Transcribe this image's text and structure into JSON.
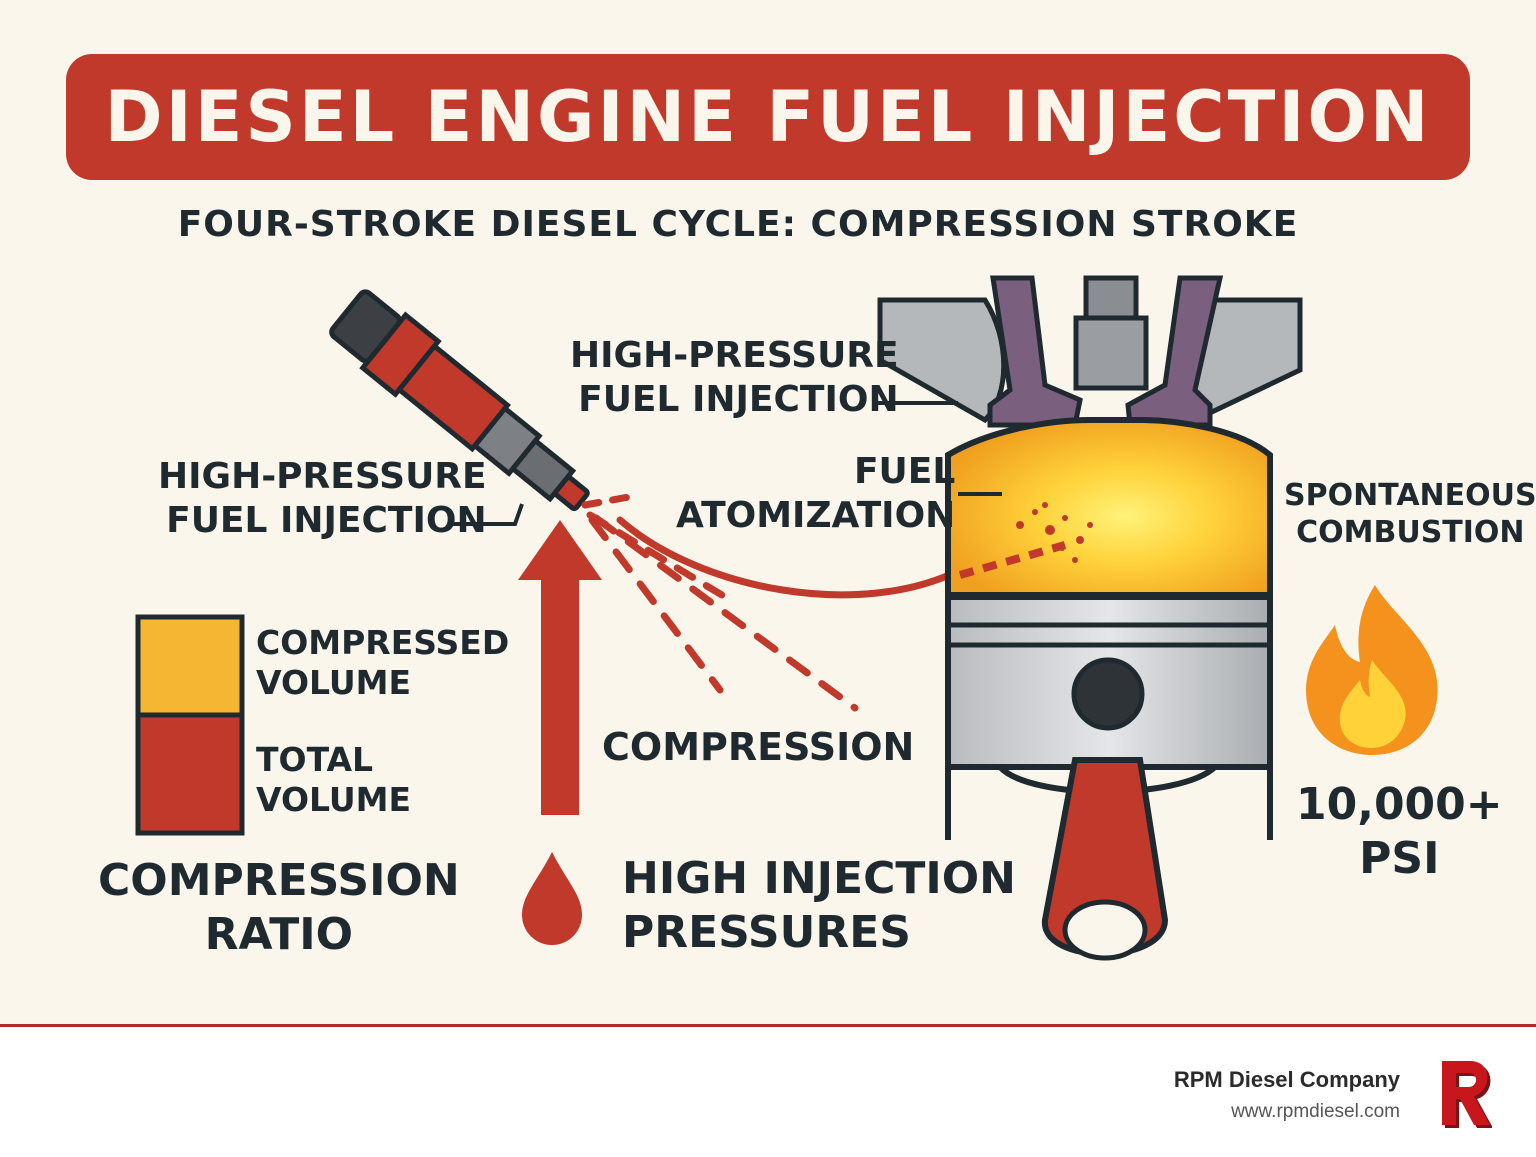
{
  "title": "DIESEL ENGINE FUEL INJECTION",
  "subtitle": "FOUR-STROKE DIESEL CYCLE: COMPRESSION STROKE",
  "labels": {
    "injection_left": [
      "HIGH-PRESSURE",
      "FUEL INJECTION"
    ],
    "injection_top": [
      "HIGH-PRESSURE",
      "FUEL INJECTION"
    ],
    "atomization": [
      "FUEL",
      "ATOMIZATION"
    ],
    "combustion": [
      "SPONTANEOUS",
      "COMBUSTION"
    ],
    "compression": "COMPRESSION",
    "compressed_volume": [
      "COMPRESSED",
      "VOLUME"
    ],
    "total_volume": [
      "TOTAL",
      "VOLUME"
    ],
    "compression_ratio": [
      "COMPRESSION",
      "RATIO"
    ],
    "injection_pressures": [
      "HIGH INJECTION",
      "PRESSURES"
    ],
    "psi": [
      "10,000+",
      "PSI"
    ]
  },
  "icons": [
    "fuel-injector-icon",
    "compression-arrow-icon",
    "fuel-drop-icon",
    "flame-icon",
    "piston-icon",
    "logo-r-icon"
  ],
  "colors": {
    "accent_red": "#c0392b",
    "compressed_yellow": "#f5b731",
    "background": "#fbf6ec",
    "text_dark": "#1f2a30"
  },
  "footer": {
    "company": "RPM Diesel Company",
    "url": "www.rpmdiesel.com",
    "logo_letter": "R"
  }
}
